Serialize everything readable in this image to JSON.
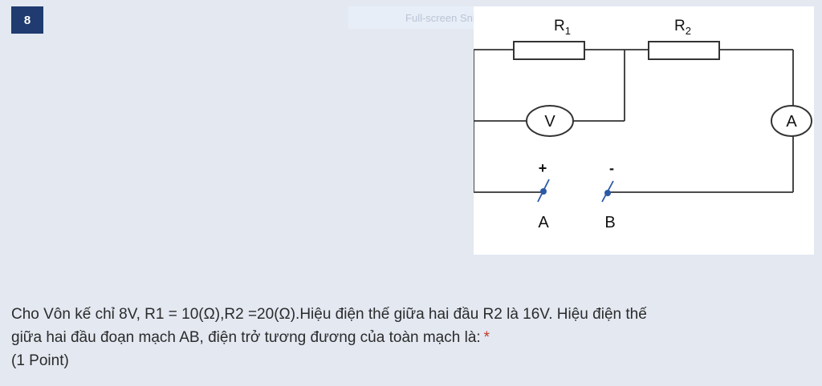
{
  "question": {
    "number": "8",
    "text_line1": "Cho Vôn kế  chỉ  8V, R1 = 10(Ω),R2 =20(Ω).Hiệu điện thế giữa hai đầu R2 là 16V. Hiệu điện thế",
    "text_line2": "giữa hai đầu đoạn mạch AB, điện trở tương đương của toàn mạch là:",
    "required_mark": "*",
    "points": "(1 Point)"
  },
  "overlay": {
    "snip_label": "Full-screen Snip"
  },
  "circuit": {
    "r1_label": "R",
    "r1_sub": "1",
    "r2_label": "R",
    "r2_sub": "2",
    "voltmeter_label": "V",
    "ammeter_label": "A",
    "terminal_a_label": "A",
    "terminal_b_label": "B",
    "plus_sign": "+",
    "minus_sign": "-",
    "colors": {
      "wire": "#333333",
      "terminal": "#2d5aa6"
    }
  }
}
